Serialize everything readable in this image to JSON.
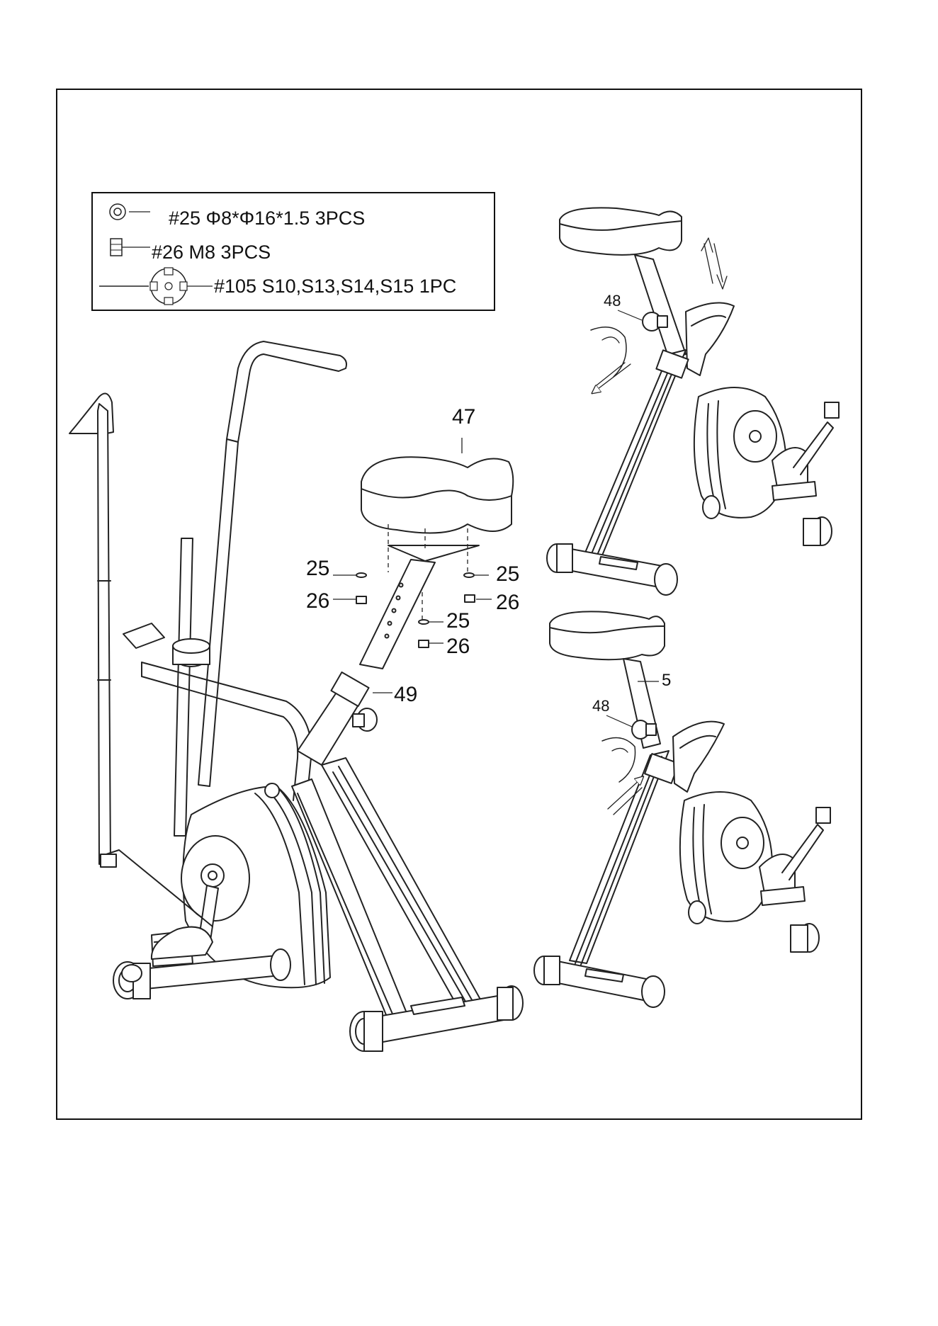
{
  "hardware_box": {
    "items": [
      {
        "icon": "washer-icon",
        "text": "#25 Φ8*Φ16*1.5  3PCS"
      },
      {
        "icon": "nut-icon",
        "text": "#26 M8  3PCS"
      },
      {
        "icon": "wrench-tool-icon",
        "text": "#105 S10,S13,S14,S15  1PC"
      }
    ]
  },
  "main_labels": {
    "seat": "47",
    "post": "49",
    "washer_left": "25",
    "nut_left": "26",
    "washer_right": "25",
    "nut_right": "26",
    "washer_center": "25",
    "nut_center": "26"
  },
  "detail_top": {
    "knob": "48"
  },
  "detail_bottom": {
    "knob": "48",
    "post": "5"
  }
}
